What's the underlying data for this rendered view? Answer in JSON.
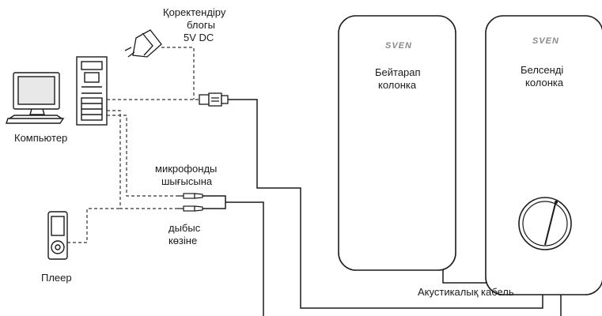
{
  "labels": {
    "adapter_line1": "Қоректендіру",
    "adapter_line2": "блогы",
    "adapter_line3": "5V DC",
    "computer": "Компьютер",
    "player": "Плеер",
    "mic_line1": "микрофонды",
    "mic_line2": "шығысына",
    "sound_line1": "дыбыс",
    "sound_line2": "көзіне",
    "acoustic_cable": "Акустикалық кабель"
  },
  "speakers": {
    "passive": {
      "brand": "SVEN",
      "line1": "Бейтарап",
      "line2": "колонка"
    },
    "active": {
      "brand": "SVEN",
      "line1": "Белсенді",
      "line2": "колонка"
    }
  },
  "colors": {
    "line": "#1a1a1a",
    "dashed": "#333333",
    "speaker_fill": "#ffffff",
    "brand": "#8a8a8a"
  }
}
